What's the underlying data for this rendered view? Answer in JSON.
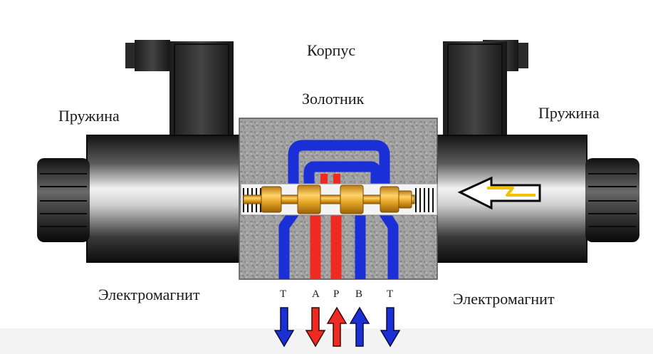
{
  "labels": {
    "housing": "Корпус",
    "spool": "Золотник",
    "spring_left": "Пружина",
    "spring_right": "Пружина",
    "solenoid_left": "Электромагнит",
    "solenoid_right": "Электромагнит"
  },
  "ports": [
    "T",
    "A",
    "P",
    "B",
    "T"
  ],
  "flow": [
    {
      "port": "T",
      "direction": "down",
      "color": "#1a2fd6"
    },
    {
      "port": "A",
      "direction": "down",
      "color": "#ee2a22"
    },
    {
      "port": "P",
      "direction": "up",
      "color": "#ee2a22"
    },
    {
      "port": "B",
      "direction": "up",
      "color": "#1a2fd6"
    },
    {
      "port": "T",
      "direction": "down",
      "color": "#1a2fd6"
    }
  ],
  "colors": {
    "pressure": "#ee2a22",
    "return": "#1a2fd6",
    "spool": "#e0a020",
    "housing": "#9a9a9a",
    "actuation_arrow": "#ffffff",
    "energized_signal": "#f2c200"
  }
}
